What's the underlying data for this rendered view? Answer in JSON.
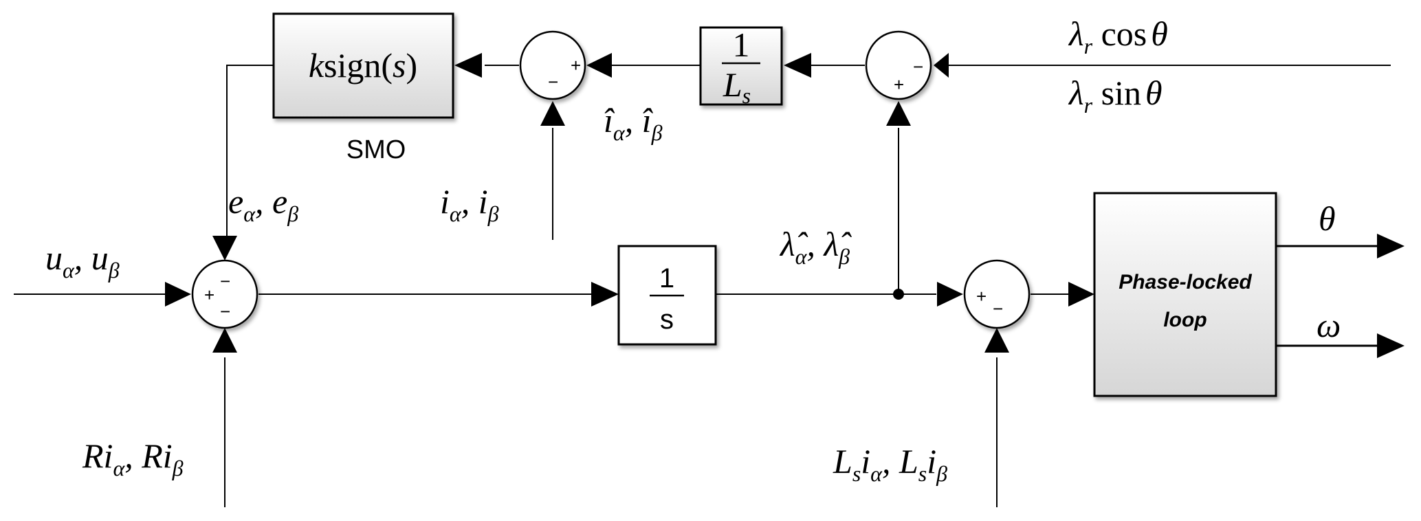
{
  "blocks": {
    "smo": {
      "k": "k",
      "func": "sign(",
      "arg": "s",
      "close": ")",
      "caption": "SMO"
    },
    "inv_ls": {
      "num": "1",
      "den": "L",
      "den_sub": "s"
    },
    "integrator": {
      "num": "1",
      "den": "s"
    },
    "pll": {
      "line1": "Phase-locked",
      "line2": "loop"
    }
  },
  "signals": {
    "lambda_cos": {
      "sym": "λ",
      "sub": "r",
      "fn": " cos",
      "var": "θ"
    },
    "lambda_sin": {
      "sym": "λ",
      "sub": "r",
      "fn": " sin",
      "var": "θ"
    },
    "i_hat": {
      "a": "î",
      "a_sub": "α",
      "sep": ", ",
      "b": "î",
      "b_sub": "β"
    },
    "e": {
      "a": "e",
      "a_sub": "α",
      "sep": ", ",
      "b": "e",
      "b_sub": "β"
    },
    "i": {
      "a": "i",
      "a_sub": "α",
      "sep": ", ",
      "b": "i",
      "b_sub": "β"
    },
    "u": {
      "a": "u",
      "a_sub": "α",
      "sep": ", ",
      "b": "u",
      "b_sub": "β"
    },
    "ri": {
      "a": "Ri",
      "a_sub": "α",
      "sep": ", ",
      "b": "Ri",
      "b_sub": "β"
    },
    "lambda_hat": {
      "a": "λ̂",
      "a_sub": "α",
      "sep": ", ",
      "b": "λ̂",
      "b_sub": "β"
    },
    "ls_i": {
      "a1": "L",
      "a1_sub": "s",
      "a2": "i",
      "a2_sub": "α",
      "sep": ", ",
      "b1": "L",
      "b1_sub": "s",
      "b2": "i",
      "b2_sub": "β"
    },
    "theta_out": "θ",
    "omega_out": "ω"
  },
  "sum_signs": {
    "sum1": {
      "right": "+",
      "bottom": "−"
    },
    "sum2": {
      "right": "−",
      "bottom": "+"
    },
    "sum3": {
      "left": "+",
      "top": "−",
      "bottom": "−"
    },
    "sum4": {
      "left": "+",
      "bottom": "−"
    }
  }
}
